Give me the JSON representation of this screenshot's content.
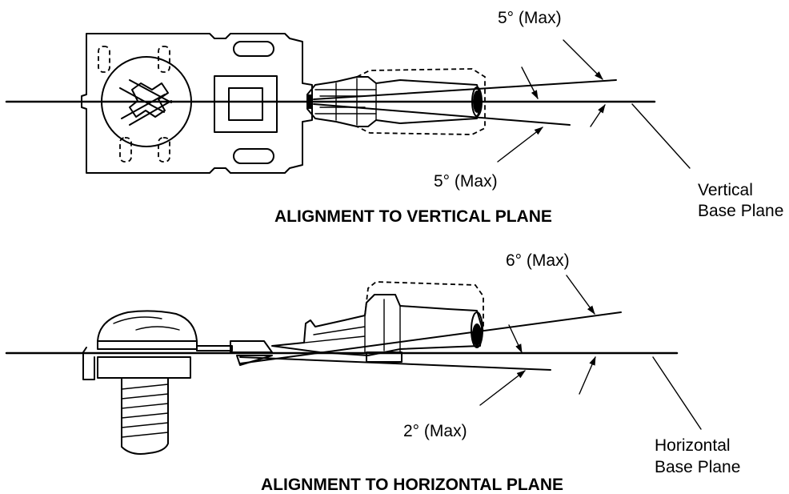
{
  "top": {
    "angle_upper": "5° (Max)",
    "angle_lower": "5° (Max)",
    "plane_label_line1": "Vertical",
    "plane_label_line2": "Base Plane",
    "caption": "ALIGNMENT TO VERTICAL PLANE"
  },
  "bottom": {
    "angle_upper": "6° (Max)",
    "angle_lower": "2° (Max)",
    "plane_label_line1": "Horizontal",
    "plane_label_line2": "Base Plane",
    "caption": "ALIGNMENT TO HORIZONTAL PLANE"
  }
}
